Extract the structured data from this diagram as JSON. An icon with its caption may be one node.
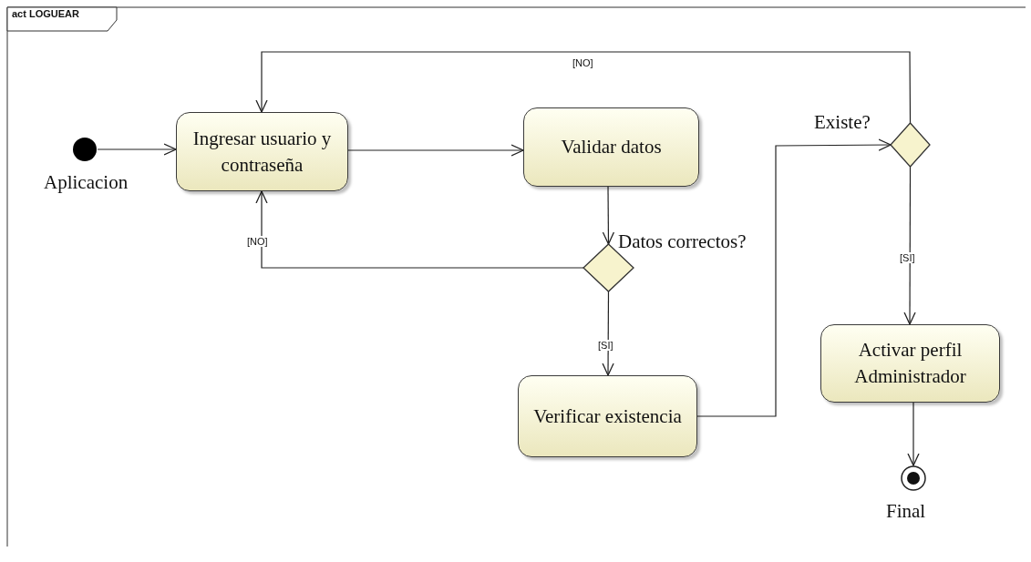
{
  "diagram": {
    "title": "act LOGUEAR",
    "nodes": [
      {
        "text": [],
        "shape": "circle",
        "beside": [
          "Aplicacion"
        ]
      },
      {
        "text": [
          "Ingresar usuario y contraseña"
        ]
      },
      {
        "text": [
          "Validar datos"
        ]
      },
      {
        "text": [
          "Datos correctos?"
        ]
      },
      {
        "text": [
          "Verificar existencia"
        ]
      },
      {
        "text": [
          "Existe?"
        ]
      },
      {
        "text": [
          "Activar perfil Administrador"
        ]
      },
      {
        "text": [],
        "shape": "circle",
        "beside": [
          "Final"
        ]
      }
    ],
    "edges": [
      {
        "from": 0,
        "to": 1,
        "arrow": "to"
      },
      {
        "from": 1,
        "to": 2,
        "arrow": "to"
      },
      {
        "from": 2,
        "to": 3,
        "arrow": "to"
      },
      {
        "from": 3,
        "to": 1,
        "arrow": "to",
        "label": "[NO]"
      },
      {
        "from": 3,
        "to": 4,
        "arrow": "to",
        "label": "[SI]"
      },
      {
        "from": 4,
        "to": 5,
        "arrow": "to"
      },
      {
        "from": 5,
        "to": 1,
        "arrow": "to",
        "label": "[NO]"
      },
      {
        "from": 5,
        "to": 6,
        "arrow": "to",
        "label": "[SI]"
      },
      {
        "from": 6,
        "to": 7,
        "arrow": "to"
      }
    ]
  }
}
